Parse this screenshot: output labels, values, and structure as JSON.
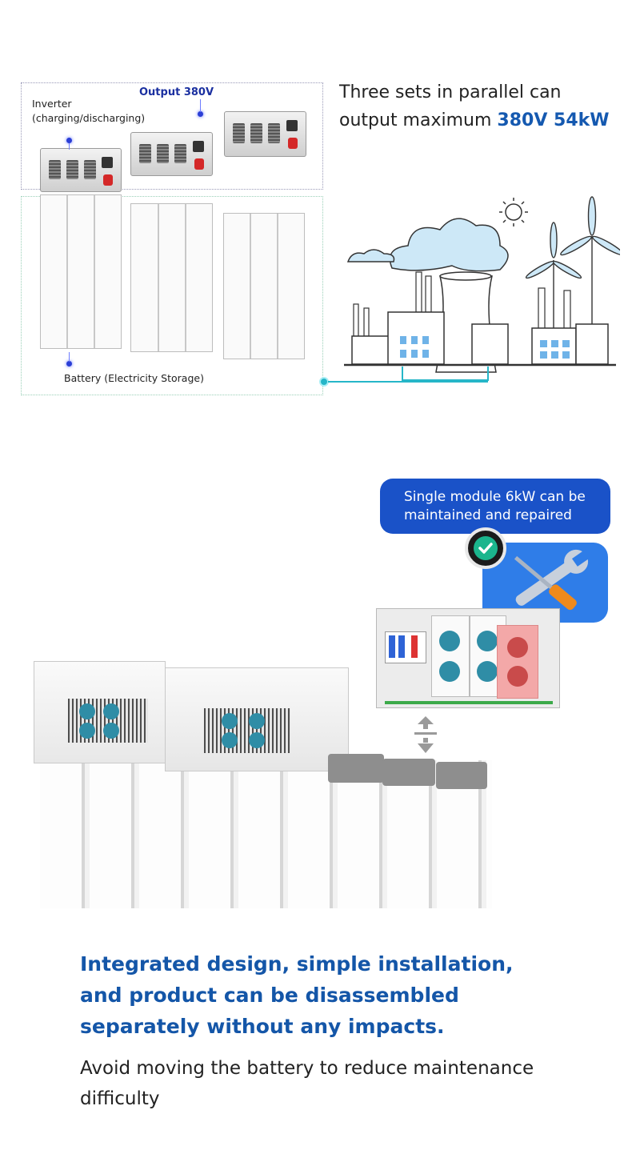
{
  "diagram": {
    "inverter_label_line1": "Inverter",
    "inverter_label_line2": "(charging/discharging)",
    "output_label": "Output 380V",
    "battery_label": "Battery (Electricity Storage)"
  },
  "headline_top": {
    "line1": "Three sets in parallel can",
    "line2_prefix": "output maximum ",
    "line2_highlight": "380V 54kW"
  },
  "callout": {
    "line1": "Single module 6kW can be",
    "line2": "maintained and repaired"
  },
  "headline_bottom": {
    "line1": "Integrated design, simple installation,",
    "line2": "and product can be disassembled",
    "line3": "separately without any impacts."
  },
  "sub_bottom": {
    "line1": "Avoid moving the battery to reduce maintenance",
    "line2": "difficulty"
  },
  "colors": {
    "accent_blue": "#1456a8",
    "highlight_blue": "#1559b0",
    "output_label": "#1a2fa0",
    "callout_bg": "#1a52c8",
    "connector_teal": "#26b6c8",
    "check_green": "#1bb58d"
  },
  "icons": [
    "checkmark-icon",
    "wrench-screwdriver-icon",
    "up-down-arrow-icon",
    "sun-icon",
    "wind-turbine-icon",
    "factory-icon"
  ]
}
